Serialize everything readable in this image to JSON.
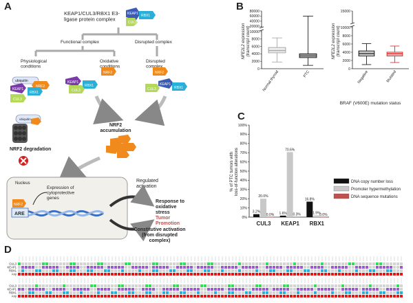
{
  "panels": {
    "a": "A",
    "b": "B",
    "c": "C",
    "d": "D"
  },
  "panel_a": {
    "complex_title": "KEAP1/CUL3/RBX1 E3-\nligase protein complex",
    "functional_complex": "Functional complex",
    "disrupted_complex_header": "Disrupted complex",
    "col1": "Physiological\nconditions",
    "col2": "Oxidative\nconditions",
    "col3": "Disrupted\ncomplex",
    "ubiquitin": "ubiquitin",
    "nrf2_degradation": "NRF2 degradation",
    "nrf2_accumulation": "NRF2\naccumulation",
    "nucleus": "Nucleus",
    "expression": "Expression of\ncytoprotective\ngenes",
    "are": "ARE",
    "regulated_activation": "Regulated\nactivation",
    "response": "Response to\noxidative\nstress",
    "tumor": "Tumor\nPromotion",
    "constitutive": "Constitutive activation\n(from disrupted\ncomplex)",
    "proteins": {
      "keap1": "KEAP1",
      "cul3": "CUL3",
      "rbx1": "RBX1",
      "nrf2": "NRF2"
    }
  },
  "panel_b": {
    "ylabel": "NFE2L2 expression\n(transcript count)",
    "xlabel_right": "BRAF (V600E) mutation status",
    "colors": {
      "normal": "#aaaaaa",
      "ptc": "#222222",
      "negative": "#222222",
      "mutated": "#dd3333"
    }
  },
  "panel_c": {
    "colors": {
      "cn_loss": "#111111",
      "hypermeth": "#c8c8c8",
      "mutation": "#c0504d"
    }
  },
  "panel_d": {
    "row_labels": [
      "CUL3",
      "KEAP1",
      "RBX1",
      "Any"
    ],
    "colors": {
      "cul3": "#33dd55",
      "keap1": "#9b59d0",
      "rbx1": "#2ab0d8",
      "any": "#e01818",
      "empty": "#d4d4d4"
    }
  },
  "chart_data": [
    {
      "type": "box",
      "panel": "B-left",
      "categories": [
        "Normal thyroid",
        "PTC"
      ],
      "ylabel": "NFE2L2 expression (transcript count)",
      "y_axis_break": true,
      "y_ticks": [
        0,
        2000,
        4000,
        6000,
        8000,
        10000,
        20000,
        40000,
        60000,
        80000
      ],
      "boxes": [
        {
          "name": "Normal thyroid",
          "min": 1800,
          "q1": 4300,
          "median": 4900,
          "q3": 5700,
          "max": 8300
        },
        {
          "name": "PTC",
          "min": 900,
          "q1": 3000,
          "median": 3500,
          "q3": 4000,
          "max": 60000
        }
      ]
    },
    {
      "type": "box",
      "panel": "B-right",
      "categories": [
        "Negative",
        "Mutated"
      ],
      "xlabel": "BRAF (V600E) mutation status",
      "ylabel": "NFE2L2 expression (transcript count)",
      "y_axis_break": true,
      "y_ticks": [
        0,
        2000,
        4000,
        6000,
        8000,
        10000,
        15000
      ],
      "boxes": [
        {
          "name": "Negative",
          "min": 1000,
          "q1": 3100,
          "median": 3700,
          "q3": 4300,
          "max": 6100
        },
        {
          "name": "Mutated",
          "min": 1500,
          "q1": 3100,
          "median": 3600,
          "q3": 4000,
          "max": 5500
        }
      ]
    },
    {
      "type": "bar",
      "panel": "C",
      "categories": [
        "CUL3",
        "KEAP1",
        "RBX1"
      ],
      "ylabel": "% of PTC tumors with loss-of-function alterations",
      "ylim": [
        0,
        100
      ],
      "y_ticks": [
        0,
        10,
        20,
        30,
        40,
        50,
        60,
        70,
        80,
        90,
        100
      ],
      "series": [
        {
          "name": "DNA copy number loss",
          "values": [
            3.2,
            1.6,
            16.8
          ],
          "labels": [
            "3.2%",
            "1.6%",
            "16.8%"
          ]
        },
        {
          "name": "Promoter hypermethylation",
          "values": [
            20.0,
            70.6,
            1.9
          ],
          "labels": [
            "20.0%",
            "70.6%",
            "1.9%"
          ]
        },
        {
          "name": "DNA sequence mutations",
          "values": [
            0.0,
            0.3,
            0.0
          ],
          "labels": [
            "0.0%",
            "0.3%",
            "0.0%"
          ]
        }
      ],
      "legend_position": "right"
    }
  ]
}
